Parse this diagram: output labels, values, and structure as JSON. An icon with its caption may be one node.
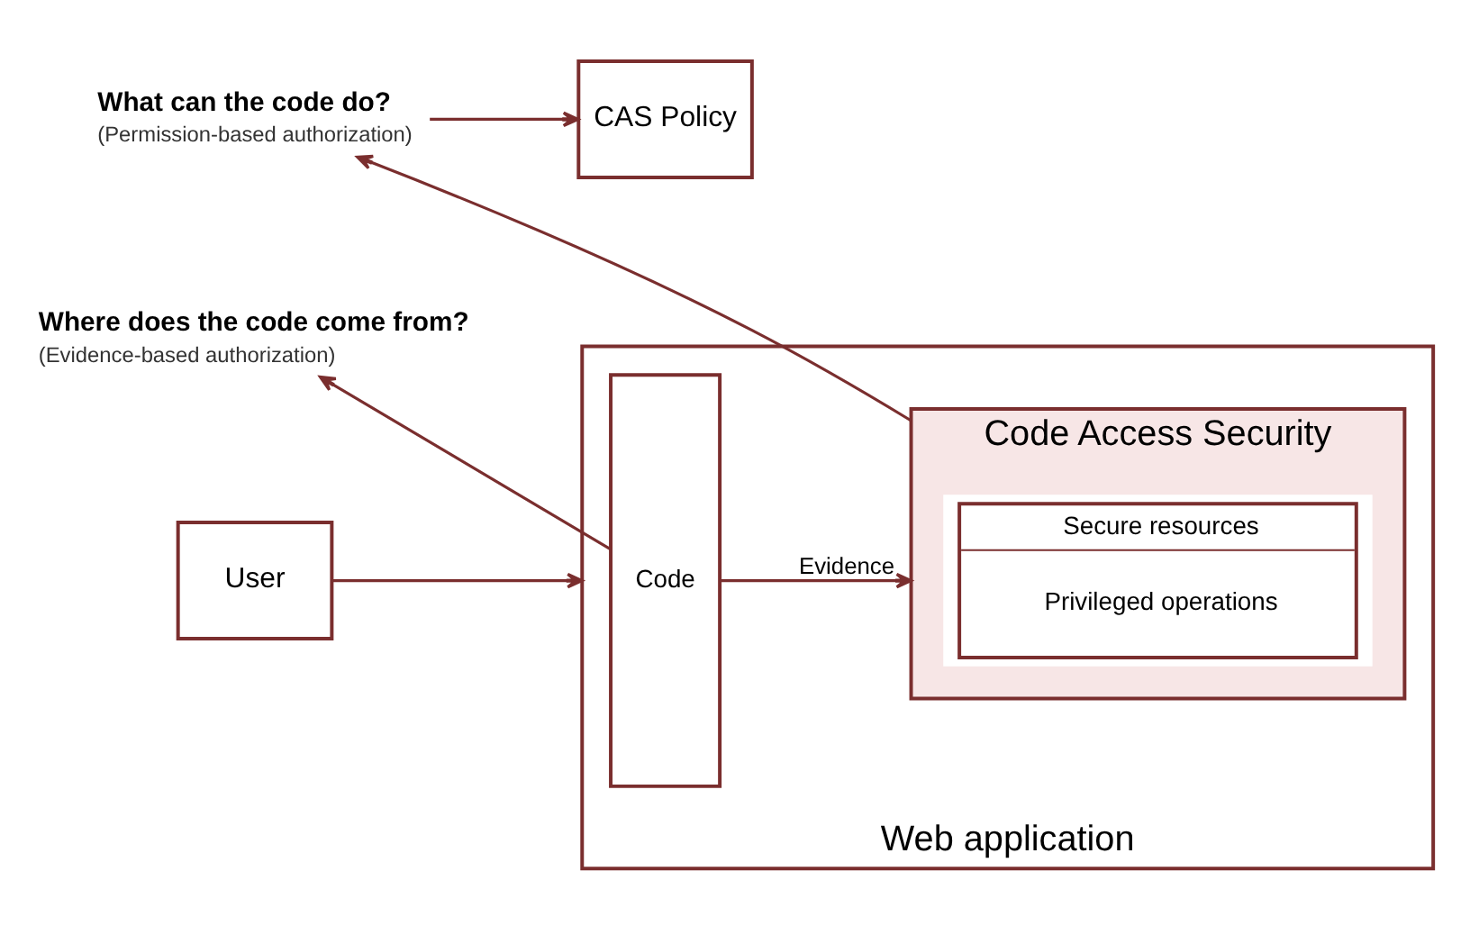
{
  "diagram": {
    "nodes": [
      {
        "text": [
          "What can the code do?",
          "(Permission-based authorization)"
        ]
      },
      {
        "text": [
          "CAS Policy"
        ]
      },
      {
        "text": [
          "Where does the code come from?",
          "(Evidence-based authorization)"
        ]
      },
      {
        "text": [
          "Web application"
        ]
      },
      {
        "text": [
          "User"
        ]
      },
      {
        "text": [
          "Code"
        ],
        "in": 3
      },
      {
        "text": [
          "Code Access Security"
        ],
        "in": 3
      },
      {
        "text": [
          "Secure resources",
          "Privileged operations"
        ],
        "in": 6
      }
    ],
    "edges": [
      {
        "from": 0,
        "to": 1,
        "arrow": "to"
      },
      {
        "from": 6,
        "to": 0,
        "arrow": "to"
      },
      {
        "from": 5,
        "to": 2,
        "arrow": "to"
      },
      {
        "from": 4,
        "to": 3,
        "arrow": "to"
      },
      {
        "from": 5,
        "to": 6,
        "label": "Evidence",
        "arrow": "to"
      }
    ]
  }
}
